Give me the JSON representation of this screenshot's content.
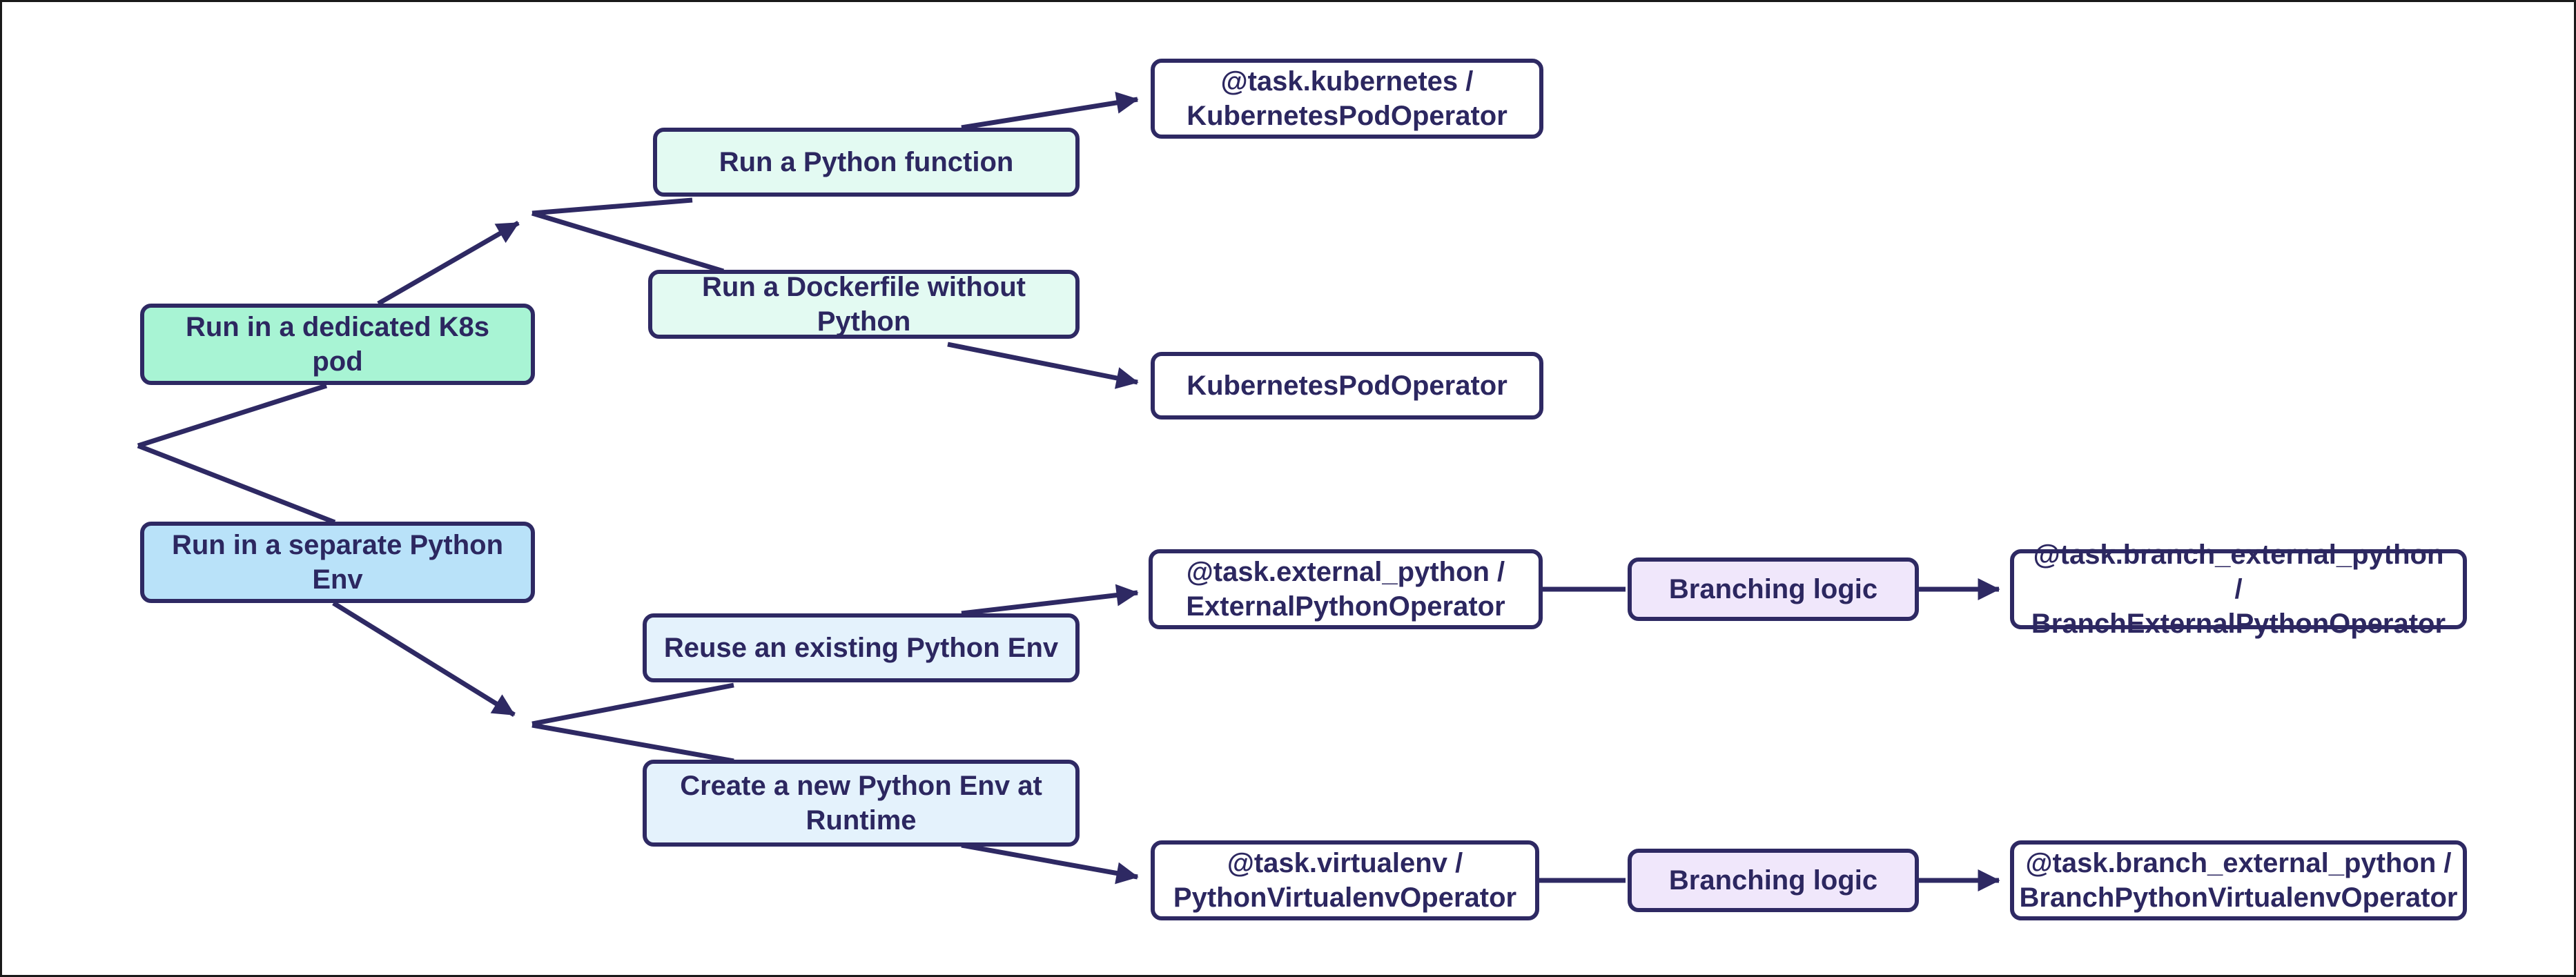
{
  "diagram": {
    "description": "Decision flowchart for choosing an Airflow operator",
    "nodes": {
      "dedicated_k8s": {
        "label": "Run in a dedicated K8s pod",
        "color": "#a8f4d4"
      },
      "separate_env": {
        "label": "Run in a separate Python Env",
        "color": "#b9e2f9"
      },
      "python_function": {
        "label": "Run a Python function",
        "color": "#e3faf2"
      },
      "dockerfile": {
        "label": "Run a Dockerfile without Python",
        "color": "#e3faf2"
      },
      "task_kubernetes": {
        "label": "@task.kubernetes /\nKubernetesPodOperator",
        "color": "#ffffff"
      },
      "kubernetes_pod_operator": {
        "label": "KubernetesPodOperator",
        "color": "#ffffff"
      },
      "reuse_env": {
        "label": "Reuse an existing Python Env",
        "color": "#e4f2fc"
      },
      "create_env": {
        "label": "Create a new Python Env at\nRuntime",
        "color": "#e4f2fc"
      },
      "task_external_python": {
        "label": "@task.external_python /\nExternalPythonOperator",
        "color": "#ffffff"
      },
      "branching_logic_top": {
        "label": "Branching logic",
        "color": "#f0e7fb"
      },
      "task_branch_external_python": {
        "label": "@task.branch_external_python /\nBranchExternalPythonOperator",
        "color": "#ffffff"
      },
      "task_virtualenv": {
        "label": "@task.virtualenv /\nPythonVirtualenvOperator",
        "color": "#ffffff"
      },
      "branching_logic_bottom": {
        "label": "Branching logic",
        "color": "#f0e7fb"
      },
      "task_branch_python_virtualenv": {
        "label": "@task.branch_external_python /\nBranchPythonVirtualenvOperator",
        "color": "#ffffff"
      }
    },
    "edges": [
      {
        "from": "root_branch_point",
        "to": "dedicated_k8s",
        "arrow": false
      },
      {
        "from": "root_branch_point",
        "to": "separate_env",
        "arrow": false
      },
      {
        "from": "dedicated_k8s",
        "to": "k8s_branch_point",
        "arrow": true
      },
      {
        "from": "k8s_branch_point",
        "to": "python_function",
        "arrow": false
      },
      {
        "from": "k8s_branch_point",
        "to": "dockerfile",
        "arrow": false
      },
      {
        "from": "python_function",
        "to": "task_kubernetes",
        "arrow": true
      },
      {
        "from": "dockerfile",
        "to": "kubernetes_pod_operator",
        "arrow": true
      },
      {
        "from": "separate_env",
        "to": "env_branch_point",
        "arrow": true
      },
      {
        "from": "env_branch_point",
        "to": "reuse_env",
        "arrow": false
      },
      {
        "from": "env_branch_point",
        "to": "create_env",
        "arrow": false
      },
      {
        "from": "reuse_env",
        "to": "task_external_python",
        "arrow": true
      },
      {
        "from": "create_env",
        "to": "task_virtualenv",
        "arrow": true
      },
      {
        "from": "task_external_python",
        "to": "branching_logic_top",
        "arrow": false
      },
      {
        "from": "branching_logic_top",
        "to": "task_branch_external_python",
        "arrow": true
      },
      {
        "from": "task_virtualenv",
        "to": "branching_logic_bottom",
        "arrow": false
      },
      {
        "from": "branching_logic_bottom",
        "to": "task_branch_python_virtualenv",
        "arrow": true
      }
    ]
  },
  "colors": {
    "stroke": "#2e2963",
    "text": "#2c2760",
    "mint": "#a8f4d4",
    "mint_light": "#e3faf2",
    "blue": "#b9e2f9",
    "blue_light": "#e4f2fc",
    "lavender": "#f0e7fb",
    "white": "#ffffff",
    "frame": "#1a1a1a"
  }
}
